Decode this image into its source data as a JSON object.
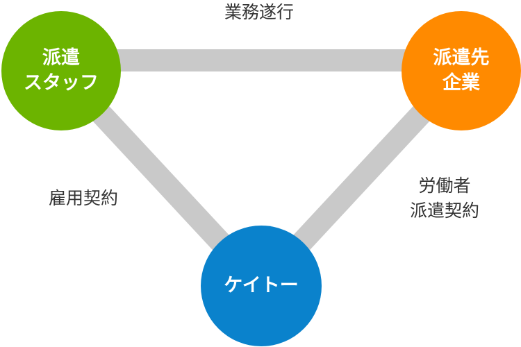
{
  "colors": {
    "staff": "#6cb400",
    "client": "#ff8a00",
    "keito": "#0a82cc",
    "connector": "#c9c9c9",
    "label_text": "#333333"
  },
  "nodes": {
    "staff": {
      "line1": "派遣",
      "line2": "スタッフ"
    },
    "client": {
      "line1": "派遣先",
      "line2": "企業"
    },
    "keito": {
      "line1": "ケイトー"
    }
  },
  "relations": {
    "top": "業務遂行",
    "left": "雇用契約",
    "right": {
      "line1": "労働者",
      "line2": "派遣契約"
    }
  }
}
